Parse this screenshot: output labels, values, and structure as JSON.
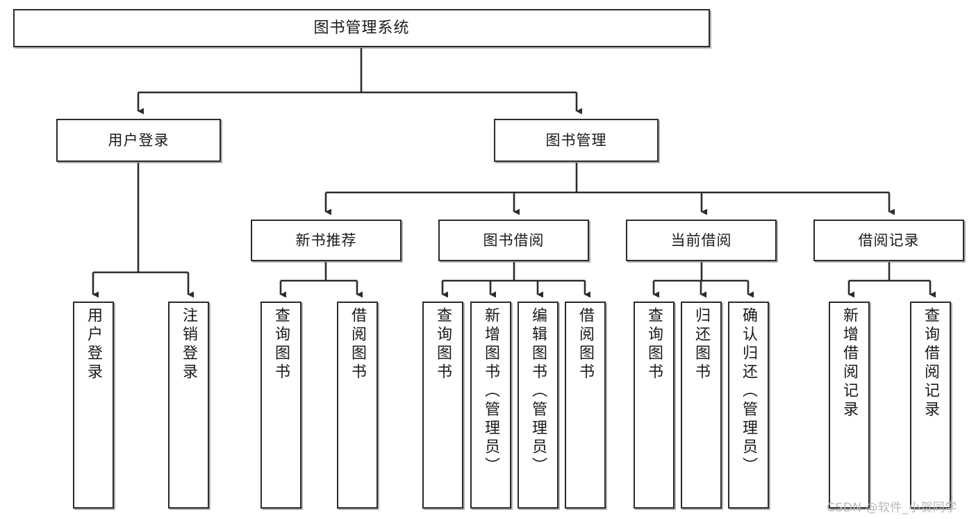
{
  "diagram": {
    "title": "图书管理系统",
    "type": "tree-hierarchy-chart",
    "watermark": "CSDN @软件_小贺同学",
    "colors": {
      "box_border": "#2b2b2b",
      "box_fill": "#ffffff",
      "connector": "#2b2b2b",
      "text": "#1a1a1a",
      "watermark": "#b9b9b9"
    },
    "levels": {
      "root": {
        "label": "图书管理系统"
      },
      "level2": [
        {
          "label": "用户登录"
        },
        {
          "label": "图书管理"
        }
      ],
      "level3": [
        {
          "label": "新书推荐"
        },
        {
          "label": "图书借阅"
        },
        {
          "label": "当前借阅"
        },
        {
          "label": "借阅记录"
        }
      ],
      "leaves": {
        "user_login": [
          {
            "label": "用户登录"
          },
          {
            "label": "注销登录"
          }
        ],
        "new_book_recommend": [
          {
            "label": "查询图书"
          },
          {
            "label": "借阅图书"
          }
        ],
        "book_borrow": [
          {
            "label": "查询图书"
          },
          {
            "label": "新增图书（管理员）"
          },
          {
            "label": "编辑图书（管理员）"
          },
          {
            "label": "借阅图书"
          }
        ],
        "current_borrow": [
          {
            "label": "查询图书"
          },
          {
            "label": "归还图书"
          },
          {
            "label": "确认归还（管理员）"
          }
        ],
        "borrow_record": [
          {
            "label": "新增借阅记录"
          },
          {
            "label": "查询借阅记录"
          }
        ]
      }
    }
  }
}
